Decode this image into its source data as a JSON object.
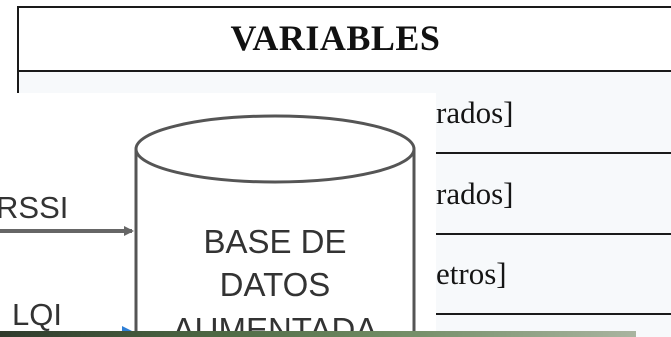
{
  "table": {
    "header": "VARIABLES",
    "rows": [
      {
        "visible_text": "rados]"
      },
      {
        "visible_text": "rados]"
      },
      {
        "visible_text": "etros]"
      }
    ]
  },
  "diagram": {
    "database_label_lines": [
      "BASE DE",
      "DATOS",
      "AUMENTADA"
    ],
    "inputs": [
      "RSSI",
      "LQI"
    ],
    "colors": {
      "stroke": "#555555",
      "rssi_arrow": "#666666",
      "lqi_arrow": "#2e7fd6"
    }
  }
}
